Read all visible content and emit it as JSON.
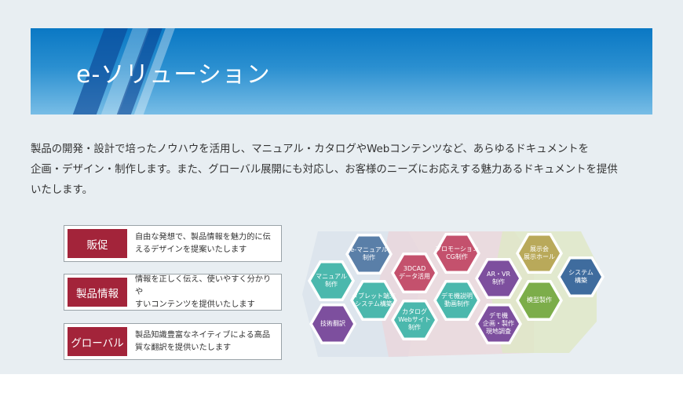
{
  "banner": {
    "title": "e-ソリューション"
  },
  "intro": {
    "line1": "製品の開発・設計で培ったノウハウを活用し、マニュアル・カタログやWebコンテンツなど、あらゆるドキュメントを",
    "line2": "企画・デザイン・制作します。また、グローバル展開にも対応し、お客様のニーズにお応えする魅力あるドキュメントを提供",
    "line3": "いたします。"
  },
  "services": [
    {
      "label": "販促",
      "desc1": "自由な発想で、製品情報を魅力的に伝",
      "desc2": "えるデザインを提案いたします"
    },
    {
      "label": "製品情報",
      "desc1": "情報を正しく伝え、使いやすく分かりや",
      "desc2": "すいコンテンツを提供いたします"
    },
    {
      "label": "グローバル",
      "desc1": "製品知識豊富なネイティブによる高品",
      "desc2": "質な翻訳を提供いたします"
    }
  ],
  "colors": {
    "accent_red": "#a3243a",
    "banner_blue": "#0a78c4",
    "hex_teal": "#4bb8ad",
    "hex_blue": "#5a7fa8",
    "hex_pink": "#c4516d",
    "hex_purple": "#7d4f9e",
    "hex_khaki": "#b9a95a",
    "hex_green": "#7cad4a",
    "hex_navy": "#3f6c9e"
  },
  "hexes": [
    {
      "id": "manual",
      "l1": "マニュアル",
      "l2": "制作",
      "l3": "",
      "color": "#4bb8ad"
    },
    {
      "id": "emanual",
      "l1": "e-マニュアル",
      "l2": "制作",
      "l3": "",
      "color": "#5a7fa8"
    },
    {
      "id": "tablet",
      "l1": "タブレット端末",
      "l2": "システム構築",
      "l3": "",
      "color": "#4bb8ad"
    },
    {
      "id": "tech",
      "l1": "技術翻訳",
      "l2": "",
      "l3": "",
      "color": "#7d4f9e"
    },
    {
      "id": "cad",
      "l1": "3DCAD",
      "l2": "データ活用",
      "l3": "",
      "color": "#c4516d"
    },
    {
      "id": "catalog",
      "l1": "カタログ",
      "l2": "Webサイト",
      "l3": "制作",
      "color": "#4bb8ad"
    },
    {
      "id": "promo",
      "l1": "プロモーション",
      "l2": "CG制作",
      "l3": "",
      "color": "#c4516d"
    },
    {
      "id": "demo_video",
      "l1": "デモ機説明",
      "l2": "動画制作",
      "l3": "",
      "color": "#4bb8ad"
    },
    {
      "id": "arvr",
      "l1": "AR・VR",
      "l2": "制作",
      "l3": "",
      "color": "#7d4f9e"
    },
    {
      "id": "demo_machine",
      "l1": "デモ機",
      "l2": "企画・製作",
      "l3": "現地調査",
      "color": "#7d4f9e"
    },
    {
      "id": "exhibit",
      "l1": "展示会",
      "l2": "展示ホール",
      "l3": "",
      "color": "#b9a95a"
    },
    {
      "id": "model",
      "l1": "模型製作",
      "l2": "",
      "l3": "",
      "color": "#7cad4a"
    },
    {
      "id": "system",
      "l1": "システム",
      "l2": "構築",
      "l3": "",
      "color": "#3f6c9e"
    }
  ]
}
